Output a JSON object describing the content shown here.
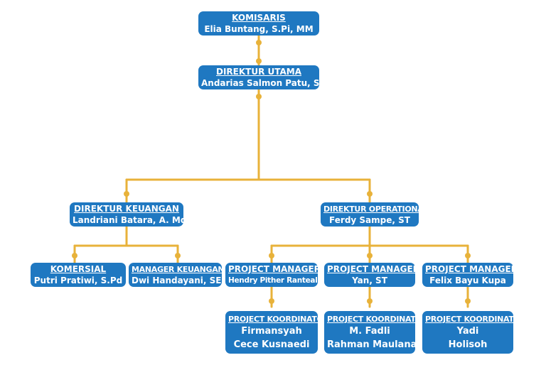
{
  "colors": {
    "box_fill": "#1f78c1",
    "box_text": "#ffffff",
    "connector": "#e8b23a"
  },
  "org": {
    "komisaris": {
      "title": "KOMISARIS",
      "names": [
        "Elia Buntang, S.Pi, MM"
      ]
    },
    "direktur_utama": {
      "title": "DIREKTUR UTAMA",
      "names": [
        "Andarias Salmon Patu, ST"
      ]
    },
    "direktur_keuangan": {
      "title": "DIREKTUR KEUANGAN",
      "names": [
        "Landriani Batara, A. Md"
      ]
    },
    "direktur_operational": {
      "title": "DIREKTUR OPERATIONAL",
      "names": [
        "Ferdy Sampe, ST"
      ]
    },
    "komersial": {
      "title": "KOMERSIAL",
      "names": [
        "Putri Pratiwi, S.Pd"
      ]
    },
    "manager_keuangan": {
      "title": "MANAGER KEUANGAN",
      "names": [
        "Dwi Handayani, SE"
      ]
    },
    "pm1": {
      "title": "PROJECT MANAGER",
      "names": [
        "Hendry Pither Ranteallo ST"
      ]
    },
    "pm2": {
      "title": "PROJECT MANAGER",
      "names": [
        "Yan, ST"
      ]
    },
    "pm3": {
      "title": "PROJECT MANAGER",
      "names": [
        "Felix Bayu Kupa"
      ]
    },
    "pk1": {
      "title": "PROJECT KOORDINATOR",
      "names": [
        "Firmansyah",
        "Cece Kusnaedi"
      ]
    },
    "pk2": {
      "title": "PROJECT KOORDINATOR",
      "names": [
        "M. Fadli",
        "Rahman Maulana"
      ]
    },
    "pk3": {
      "title": "PROJECT KOORDINATOR",
      "names": [
        "Yadi",
        "Holisoh"
      ]
    }
  }
}
